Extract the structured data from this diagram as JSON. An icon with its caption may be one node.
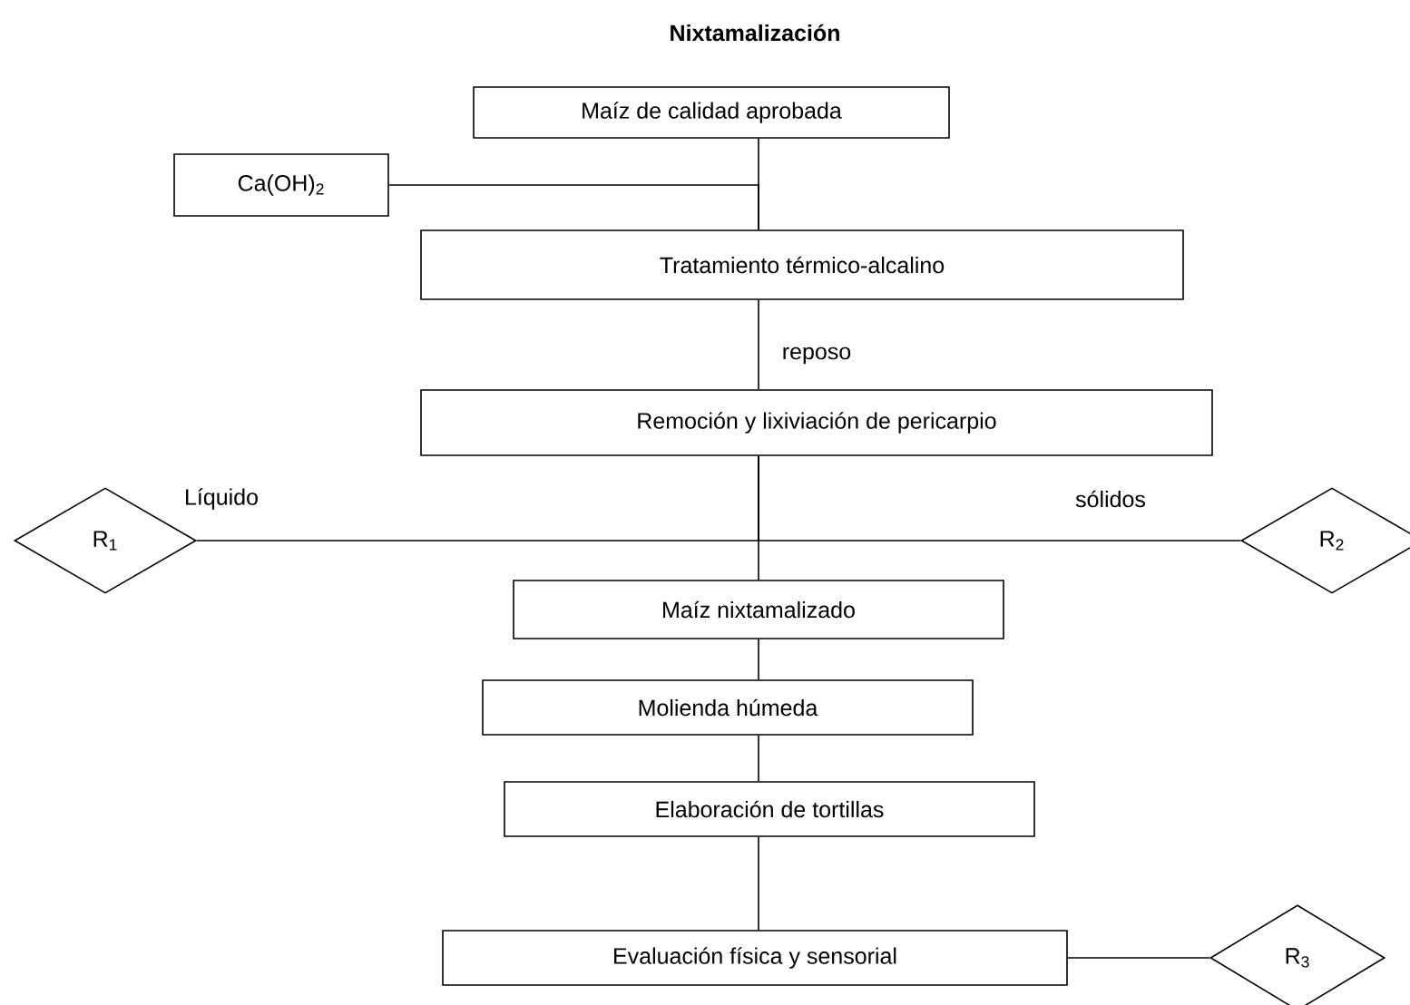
{
  "diagram": {
    "title": "Nixtamalización",
    "nodes": [
      {
        "text": [
          "Maíz de calidad aprobada"
        ]
      },
      {
        "text": [
          "Ca(OH)$_{2}$"
        ]
      },
      {
        "text": [
          "Tratamiento térmico-alcalino"
        ]
      },
      {
        "text": [
          "Remoción y lixiviación de pericarpio"
        ]
      },
      {
        "text": [
          "R$_{1}$"
        ]
      },
      {
        "text": [
          "R$_{2}$"
        ]
      },
      {
        "text": [
          "Maíz nixtamalizado"
        ]
      },
      {
        "text": [
          "Molienda húmeda"
        ]
      },
      {
        "text": [
          "Elaboración de tortillas"
        ]
      },
      {
        "text": [
          "Evaluación física y sensorial"
        ]
      },
      {
        "text": [
          "R$_{3}$"
        ]
      }
    ],
    "edges": [
      {
        "from": 0,
        "to": 2,
        "arrow": "none"
      },
      {
        "from": 1,
        "to": 2,
        "arrow": "none"
      },
      {
        "from": 2,
        "to": 3,
        "arrow": "none",
        "label": "reposo"
      },
      {
        "from": 3,
        "to": 4,
        "arrow": "none",
        "label": "Líquido"
      },
      {
        "from": 3,
        "to": 5,
        "arrow": "none",
        "label": "sólidos"
      },
      {
        "from": 3,
        "to": 6,
        "arrow": "none"
      },
      {
        "from": 6,
        "to": 7,
        "arrow": "none"
      },
      {
        "from": 7,
        "to": 8,
        "arrow": "none"
      },
      {
        "from": 8,
        "to": 9,
        "arrow": "none"
      },
      {
        "from": 9,
        "to": 10,
        "arrow": "none"
      }
    ]
  }
}
